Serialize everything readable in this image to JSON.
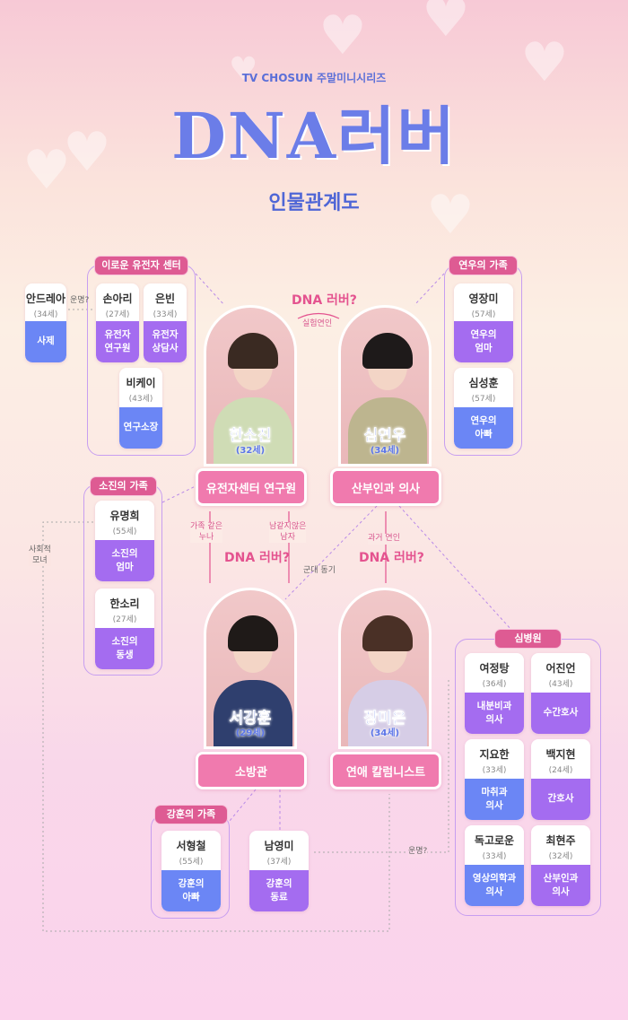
{
  "header": {
    "brand": "TV CHOSUN  주말미니시리즈",
    "title": "DNA러버",
    "subtitle": "인물관계도"
  },
  "colors": {
    "purple": "#a46cf0",
    "blue": "#6b86f5",
    "pink": "#f07aae",
    "pill": "#de5b93"
  },
  "groups": {
    "center": "이로운 유전자 센터",
    "yeonwoo_family": "연우의 가족",
    "sojin_family": "소진의 가족",
    "hospital": "심병원",
    "ganghun_family": "강훈의 가족"
  },
  "main": [
    {
      "id": "sojin",
      "name": "한소진",
      "age": "(32세)",
      "role": "유전자센터 연구원"
    },
    {
      "id": "yeonwoo",
      "name": "심연우",
      "age": "(34세)",
      "role": "산부인과 의사"
    },
    {
      "id": "ganghun",
      "name": "서강훈",
      "age": "(29세)",
      "role": "소방관"
    },
    {
      "id": "mieun",
      "name": "장미은",
      "age": "(34세)",
      "role": "연애 칼럼니스트"
    }
  ],
  "cards": [
    {
      "id": "andrea",
      "name": "안드레아",
      "age": "(34세)",
      "role": "사제",
      "color": "blue"
    },
    {
      "id": "sonari",
      "name": "손아리",
      "age": "(27세)",
      "role": "유전자\n연구원",
      "color": "purple"
    },
    {
      "id": "eunbin",
      "name": "은빈",
      "age": "(33세)",
      "role": "유전자\n상담사",
      "color": "purple"
    },
    {
      "id": "bk",
      "name": "비케이",
      "age": "(43세)",
      "role": "연구소장",
      "color": "blue"
    },
    {
      "id": "youngjangmi",
      "name": "영장미",
      "age": "(57세)",
      "role": "연우의\n엄마",
      "color": "purple"
    },
    {
      "id": "simsunghun",
      "name": "심성훈",
      "age": "(57세)",
      "role": "연우의\n아빠",
      "color": "blue"
    },
    {
      "id": "yoomyunghee",
      "name": "유명희",
      "age": "(55세)",
      "role": "소진의\n엄마",
      "color": "purple"
    },
    {
      "id": "hansori",
      "name": "한소리",
      "age": "(27세)",
      "role": "소진의\n동생",
      "color": "purple"
    },
    {
      "id": "yeojungtang",
      "name": "여정탕",
      "age": "(36세)",
      "role": "내분비과\n의사",
      "color": "purple"
    },
    {
      "id": "eojineon",
      "name": "어진언",
      "age": "(43세)",
      "role": "수간호사",
      "color": "purple"
    },
    {
      "id": "jiyohan",
      "name": "지요한",
      "age": "(33세)",
      "role": "마취과\n의사",
      "color": "blue"
    },
    {
      "id": "baekjihyun",
      "name": "백지현",
      "age": "(24세)",
      "role": "간호사",
      "color": "purple"
    },
    {
      "id": "dokgoroun",
      "name": "독고로운",
      "age": "(33세)",
      "role": "영상의학과\n의사",
      "color": "blue"
    },
    {
      "id": "choihyunju",
      "name": "최현주",
      "age": "(32세)",
      "role": "산부인과\n의사",
      "color": "purple"
    },
    {
      "id": "seohyungchul",
      "name": "서형철",
      "age": "(55세)",
      "role": "강훈의\n아빠",
      "color": "blue"
    },
    {
      "id": "namyoungmi",
      "name": "남영미",
      "age": "(37세)",
      "role": "강훈의\n동료",
      "color": "purple"
    }
  ],
  "relations": {
    "fate1": "운명?",
    "dna_top": "DNA 러버?",
    "experiment": "실험연인",
    "family_sister": "가족 같은\n누나",
    "not_stranger": "남같지않은\n남자",
    "dna_left": "DNA 러버?",
    "army": "군대 동기",
    "past_lover": "과거 연인",
    "dna_right": "DNA 러버?",
    "social_mother": "사회적\n모녀",
    "fate2": "운명?"
  }
}
